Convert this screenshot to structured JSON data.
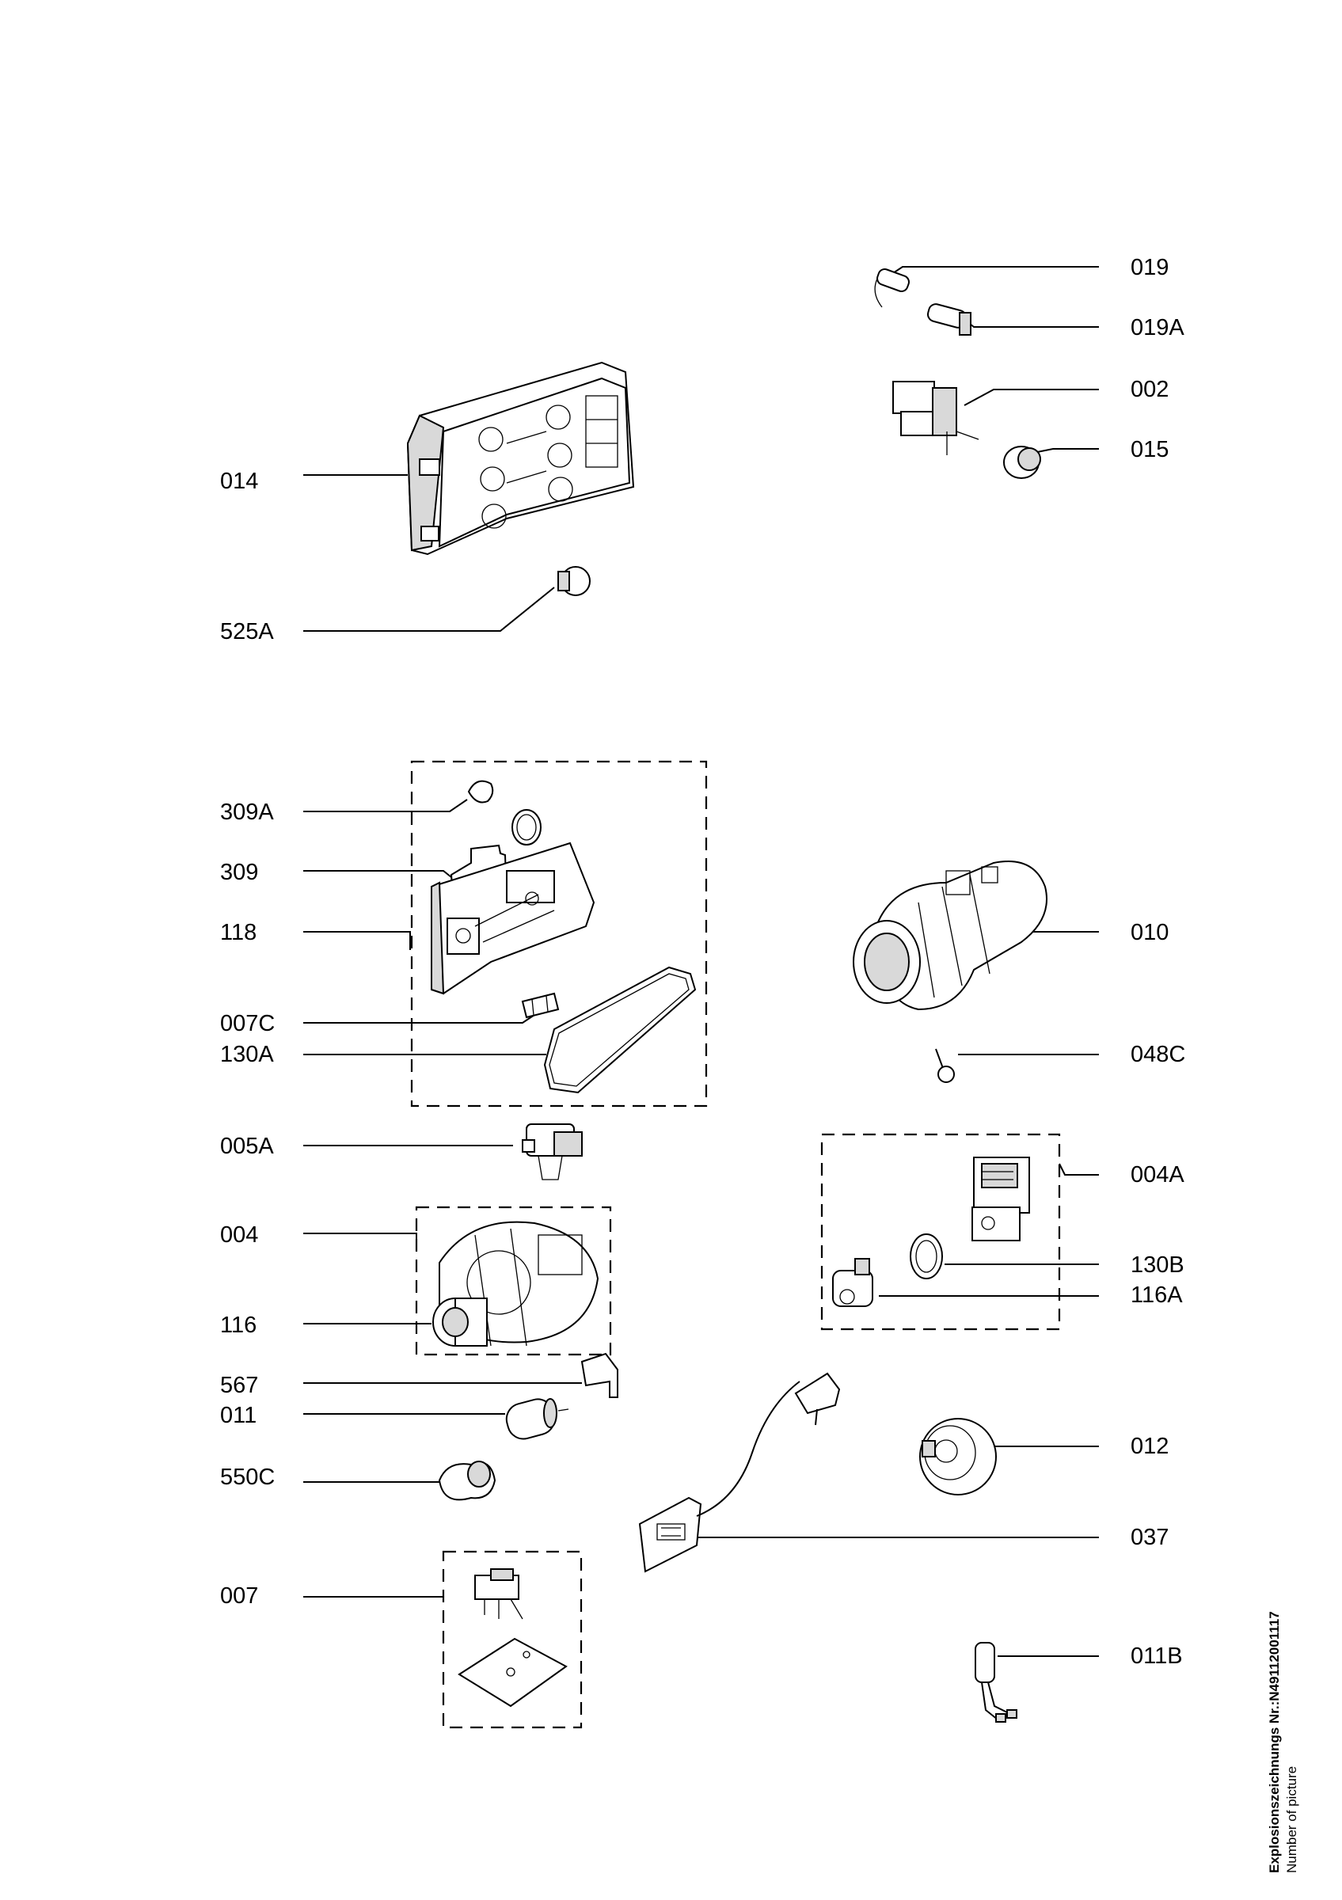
{
  "labels": {
    "l019": "019",
    "l019A": "019A",
    "l002": "002",
    "l015": "015",
    "l014": "014",
    "l525A": "525A",
    "l309A": "309A",
    "l309": "309",
    "l118": "118",
    "l007C": "007C",
    "l130A": "130A",
    "l010": "010",
    "l048C": "048C",
    "l005A": "005A",
    "l004A": "004A",
    "l004": "004",
    "l130B": "130B",
    "l116A": "116A",
    "l116": "116",
    "l567": "567",
    "l011": "011",
    "l012": "012",
    "l550C": "550C",
    "l037": "037",
    "l007": "007",
    "l011B": "011B"
  },
  "footer": {
    "drawing_number": "Explosionszeichnungs Nr.:N49112001117",
    "number_of_picture": "Number of picture"
  }
}
